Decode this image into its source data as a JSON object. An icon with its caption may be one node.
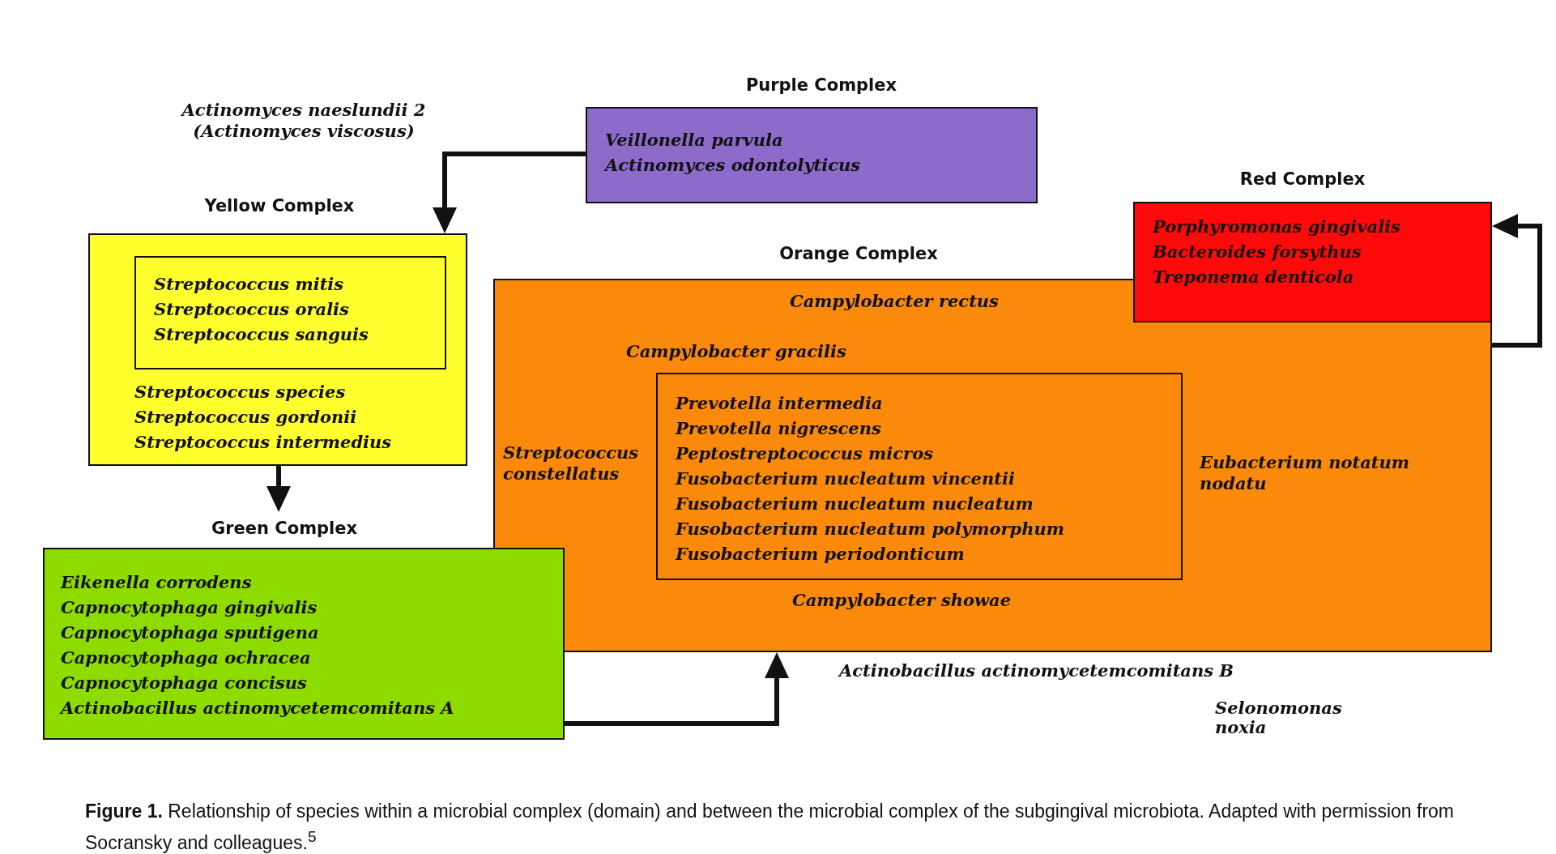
{
  "diagram": {
    "caption": "**Figure 1.** Relationship of species within a microbial complex (domain) and between the microbial complex of the subgingival microbiota. Adapted with permission from Socransky and colleagues.$^{5}$",
    "nodes": [
      {
        "text": [
          "Purple Complex",
          "Veillonella parvula",
          "Actinomyces odontolyticus"
        ]
      },
      {
        "text": [
          "Yellow Complex",
          "Streptococcus species",
          "Streptococcus gordonii",
          "Streptococcus intermedius"
        ]
      },
      {
        "text": [
          "Streptococcus mitis",
          "Streptococcus oralis",
          "Streptococcus sanguis"
        ],
        "in": 1
      },
      {
        "text": [
          "Green Complex",
          "Eikenella corrodens",
          "Capnocytophaga gingivalis",
          "Capnocytophaga sputigena",
          "Capnocytophaga ochracea",
          "Capnocytophaga concisus",
          "Actinobacillus actinomycetemcomitans A"
        ]
      },
      {
        "text": [
          "Orange Complex",
          "Campylobacter rectus",
          "Campylobacter gracilis",
          "Streptococcus constellatus",
          "Eubacterium notatum nodatu",
          "Campylobacter showae"
        ]
      },
      {
        "text": [
          "Prevotella intermedia",
          "Prevotella nigrescens",
          "Peptostreptococcus micros",
          "Fusobacterium nucleatum vincentii",
          "Fusobacterium nucleatum nucleatum",
          "Fusobacterium nucleatum polymorphum",
          "Fusobacterium periodonticum"
        ],
        "in": 4
      },
      {
        "text": [
          "Red Complex",
          "Porphyromonas gingivalis",
          "Bacteroides forsythus",
          "Treponema denticola"
        ]
      }
    ],
    "edges": [
      {
        "from": 0,
        "to": 1,
        "arrow": "to"
      },
      {
        "from": 1,
        "to": 3,
        "arrow": "to"
      },
      {
        "from": 3,
        "to": 4,
        "arrow": "to"
      },
      {
        "from": 4,
        "to": 6,
        "arrow": "to"
      }
    ],
    "labels": [
      "Actinomyces naeslundii 2 (Actinomyces viscosus)",
      "Actinobacillus actinomycetemcomitans B",
      "Selonomonas noxia"
    ]
  }
}
